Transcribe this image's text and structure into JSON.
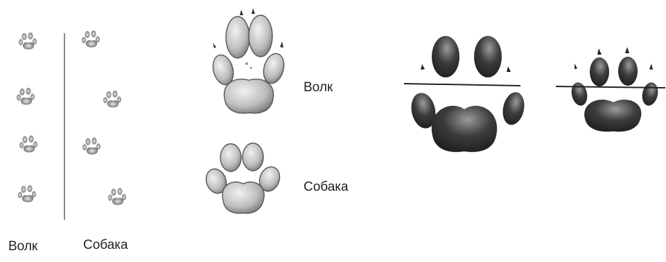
{
  "labels": {
    "track_wolf": "Волк",
    "track_dog": "Собака",
    "print_wolf": "Волк",
    "print_dog": "Собака"
  },
  "colors": {
    "ink": "#2a2a2a",
    "outline": "#555555",
    "divider": "#888888",
    "fill_light": "#d6d6d6",
    "fill_mid": "#b4b4b4",
    "fill_dark": "#3a3a3a"
  },
  "icons": {
    "track_print": "paw-track-icon",
    "wolf_print": "wolf-paw-icon",
    "dog_print": "dog-paw-icon"
  }
}
